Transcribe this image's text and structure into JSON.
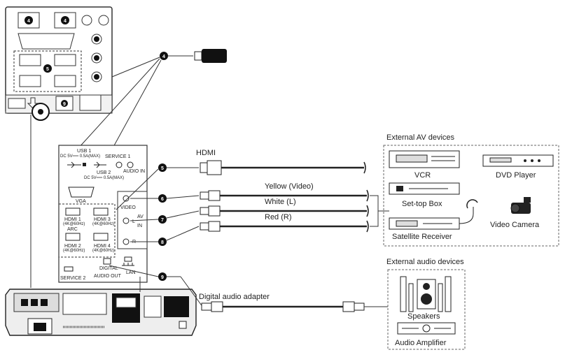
{
  "markers": {
    "m4": "4",
    "m5": "5",
    "m6": "6",
    "m7": "7",
    "m8": "8",
    "m9": "9"
  },
  "panel": {
    "usb1": "USB 1",
    "usb1_spec": "DC 5V══ 0.5A(MAX)",
    "service1": "SERVICE 1",
    "usb2": "USB 2",
    "usb2_spec": "DC 5V══ 0.5A(MAX)",
    "audio_in": "AUDIO IN",
    "vga": "VGA",
    "video": "VIDEO",
    "av": "AV",
    "l": "L",
    "in": "IN",
    "r": "R",
    "hdmi1": "HDMI 1",
    "hdmi1_sub1": "(4K@60Hz)",
    "hdmi1_sub2": "ARC",
    "hdmi3": "HDMI 3",
    "hdmi3_sub": "(4K@60Hz)",
    "hdmi2": "HDMI 2",
    "hdmi2_sub": "(4K@60Hz)",
    "hdmi4": "HDMI 4",
    "hdmi4_sub": "(4K@60Hz)",
    "digital_audio_out_1": "DIGITAL",
    "digital_audio_out_2": "AUDIO OUT",
    "lan": "LAN",
    "service2": "SERVICE 2"
  },
  "cables": {
    "hdmi": "HDMI",
    "yellow": "Yellow (Video)",
    "white": "White (L)",
    "red": "Red (R)",
    "digital_audio": "Digital audio adapter"
  },
  "av_devices": {
    "title": "External AV devices",
    "vcr": "VCR",
    "dvd": "DVD Player",
    "settop": "Set-top Box",
    "satellite": "Satellite Receiver",
    "camera": "Video Camera"
  },
  "audio_devices": {
    "title": "External audio devices",
    "speakers": "Speakers",
    "amplifier": "Audio Amplifier"
  }
}
